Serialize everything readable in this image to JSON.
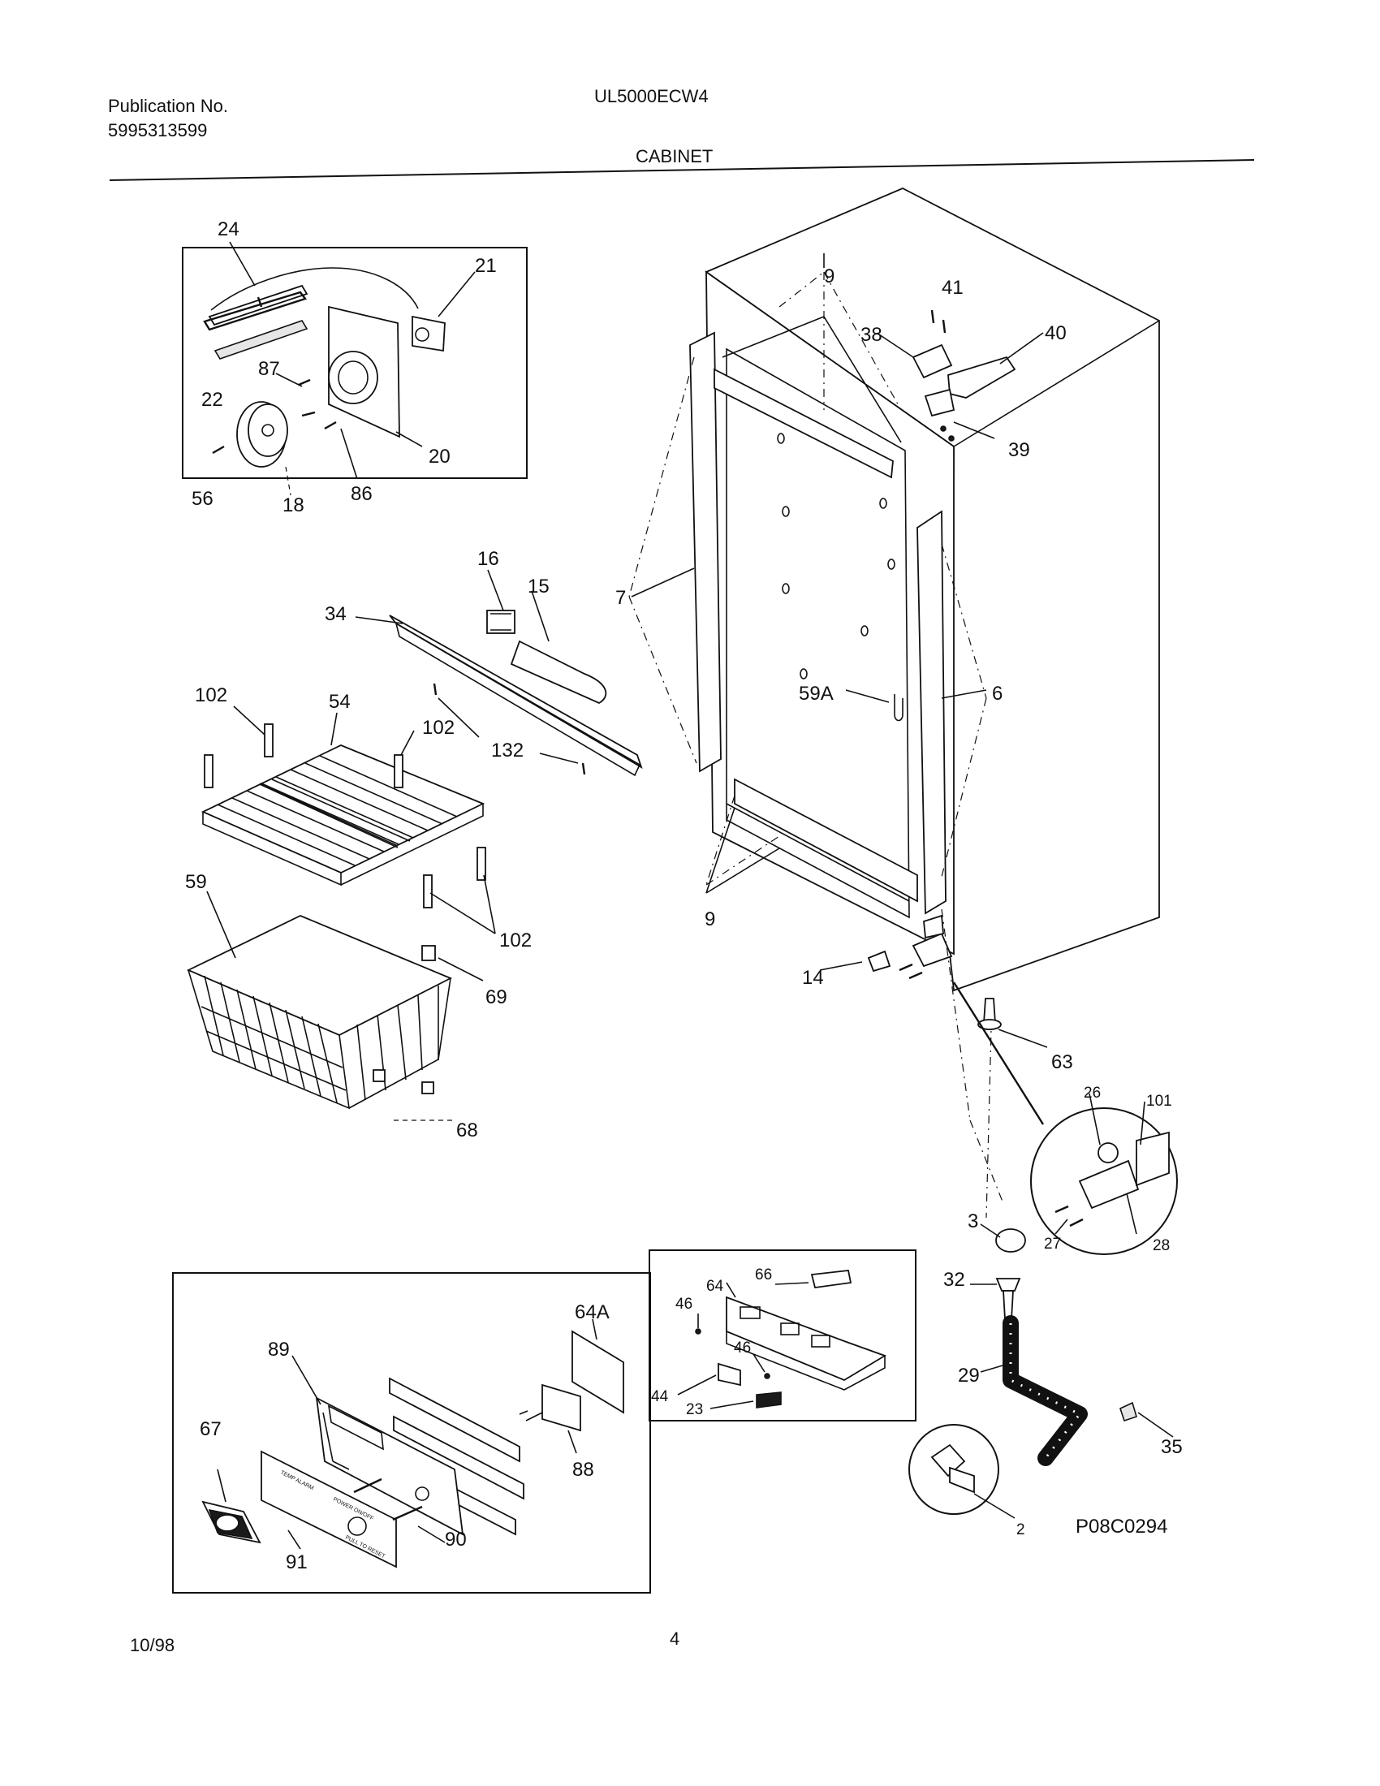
{
  "header": {
    "publication_label": "Publication No.",
    "publication_number": "5995313599",
    "model": "UL5000ECW4",
    "section": "CABINET"
  },
  "footer": {
    "date": "10/98",
    "page_number": "4",
    "drawing_id": "P08C0294"
  },
  "callouts": {
    "c24": "24",
    "c21": "21",
    "c22": "22",
    "c87": "87",
    "c20": "20",
    "c56": "56",
    "c18": "18",
    "c86": "86",
    "c16": "16",
    "c15": "15",
    "c34": "34",
    "c102a": "102",
    "c54": "54",
    "c102b": "102",
    "c132": "132",
    "c102c": "102",
    "c59": "59",
    "c69": "69",
    "c68": "68",
    "c9a": "9",
    "c41": "41",
    "c38": "38",
    "c40": "40",
    "c39": "39",
    "c7": "7",
    "c59A": "59A",
    "c6": "6",
    "c9b": "9",
    "c14": "14",
    "c63": "63",
    "c26": "26",
    "c101": "101",
    "c3": "3",
    "c27": "27",
    "c28": "28",
    "c32": "32",
    "c29": "29",
    "c35": "35",
    "c2": "2",
    "c64A": "64A",
    "c89": "89",
    "c67": "67",
    "c88": "88",
    "c91": "91",
    "c90": "90",
    "c66": "66",
    "c46a": "46",
    "c64": "64",
    "c46b": "46",
    "c44": "44",
    "c23": "23"
  },
  "panel_text": {
    "temp_alarm": "TEMP ALARM",
    "power_on": "POWER ON/OFF",
    "pull_to_reset": "PULL TO RESET"
  }
}
